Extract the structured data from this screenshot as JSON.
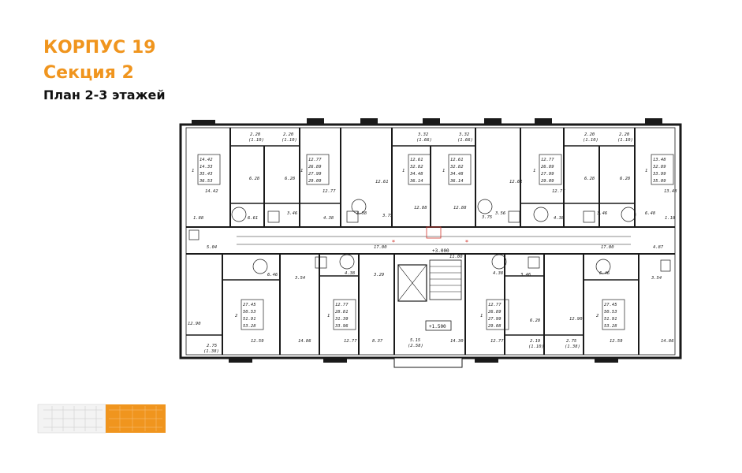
{
  "header": {
    "building": "КОРПУС 19",
    "section": "Секция 2",
    "plan": "План 2-3 этажей"
  },
  "colors": {
    "accent": "#f0951e",
    "wall": "#1a1a1a"
  },
  "top_apartments": [
    {
      "rooms": "1",
      "areas": [
        "14.42",
        "14.33",
        "35.43",
        "36.53"
      ]
    },
    {
      "rooms": "1",
      "areas": [
        "12.77",
        "26.89",
        "27.99",
        "29.09"
      ]
    },
    {
      "rooms": "1",
      "areas": [
        "12.61",
        "32.82",
        "34.48",
        "36.14"
      ]
    },
    {
      "rooms": "1",
      "areas": [
        "12.61",
        "32.82",
        "34.48",
        "36.14"
      ]
    },
    {
      "rooms": "1",
      "areas": [
        "12.77",
        "26.89",
        "27.99",
        "29.09"
      ]
    },
    {
      "rooms": "1",
      "areas": [
        "13.48",
        "32.89",
        "33.99",
        "35.09"
      ]
    }
  ],
  "bottom_apartments": [
    {
      "rooms": "2",
      "areas": [
        "27.45",
        "50.53",
        "51.91",
        "53.28"
      ]
    },
    {
      "rooms": "1",
      "areas": [
        "12.77",
        "28.81",
        "31.39",
        "33.96"
      ]
    },
    {
      "rooms": "1",
      "areas": [
        "12.77",
        "26.89",
        "27.99",
        "29.08"
      ]
    },
    {
      "rooms": "2",
      "areas": [
        "27.45",
        "50.53",
        "51.91",
        "53.28"
      ]
    }
  ],
  "plan_labels": {
    "top_row": [
      "2.20",
      "(1.10)",
      "2.20",
      "(1.10)",
      "3.32",
      "(1.66)",
      "3.32",
      "(1.66)",
      "2.20",
      "(1.10)",
      "2.20",
      "(1.10)"
    ],
    "upper_rooms": [
      "6.28",
      "6.28",
      "12.61",
      "12.61",
      "6.28",
      "6.28",
      "14.42",
      "12.77",
      "12.77",
      "13.48"
    ],
    "kitchen_row": [
      "1.88",
      "6.61",
      "3.46",
      "4.38",
      "3.58",
      "3.75",
      "12.88",
      "12.88",
      "3.75",
      "3.56",
      "4.38",
      "3.46",
      "6.48",
      "1.18"
    ],
    "corridor": [
      "5.04",
      "17.00",
      "+3.000",
      "11.00",
      "17.00",
      "4.87"
    ],
    "lower_rooms": [
      "6.46",
      "3.54",
      "4.38",
      "3.29",
      "4.38",
      "3.46",
      "6.46",
      "3.54"
    ],
    "stair": [
      "+1.500",
      "5.15",
      "(2.58)",
      "14.30"
    ],
    "bottom_row": [
      "12.90",
      "2.75",
      "(1.38)",
      "12.59",
      "14.86",
      "12.77",
      "8.37",
      "12.77",
      "2.19",
      "(1.10)",
      "2.75",
      "(1.38)",
      "12.90",
      "12.59",
      "14.86",
      "6.28"
    ]
  }
}
